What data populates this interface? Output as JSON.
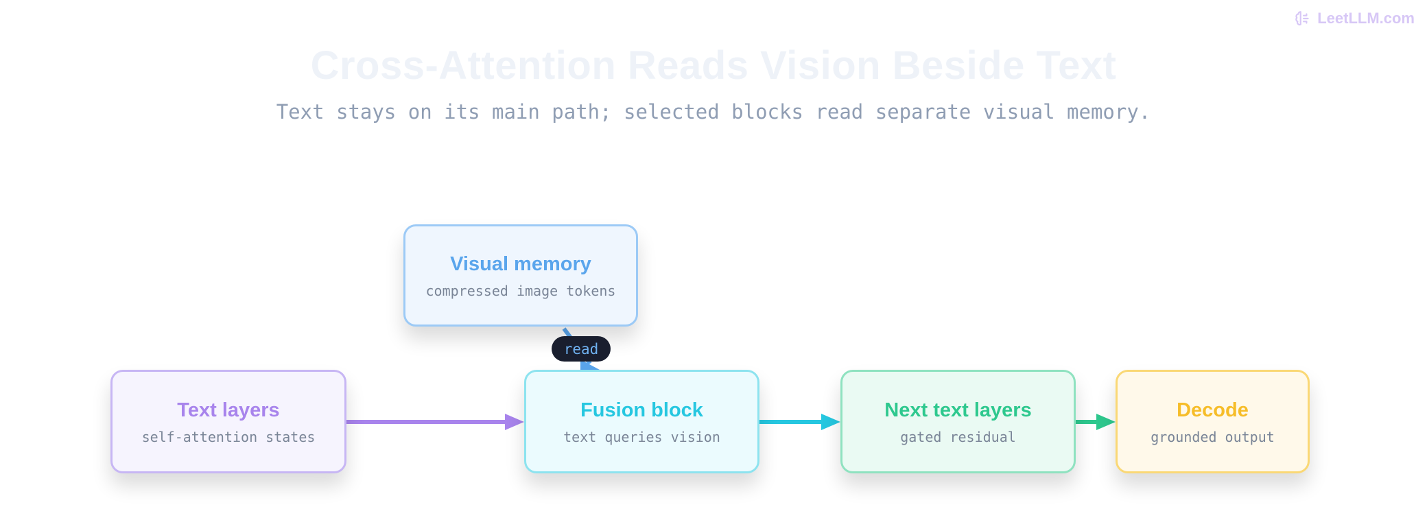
{
  "brand": {
    "name": "LeetLLM.com",
    "icon": "brain-icon"
  },
  "title": "Cross-Attention Reads Vision Beside Text",
  "subtitle": "Text stays on its main path; selected blocks read separate visual memory.",
  "nodes": {
    "visual": {
      "title": "Visual memory",
      "subtitle": "compressed image tokens"
    },
    "text": {
      "title": "Text layers",
      "subtitle": "self-attention states"
    },
    "fusion": {
      "title": "Fusion block",
      "subtitle": "text queries vision"
    },
    "next": {
      "title": "Next text layers",
      "subtitle": "gated residual"
    },
    "decode": {
      "title": "Decode",
      "subtitle": "grounded output"
    }
  },
  "edge_label": "read",
  "colors": {
    "visual": "#5aa5ec",
    "text": "#a884ec",
    "fusion": "#26c7e0",
    "next": "#2ec88e",
    "decode": "#f6bd29"
  }
}
